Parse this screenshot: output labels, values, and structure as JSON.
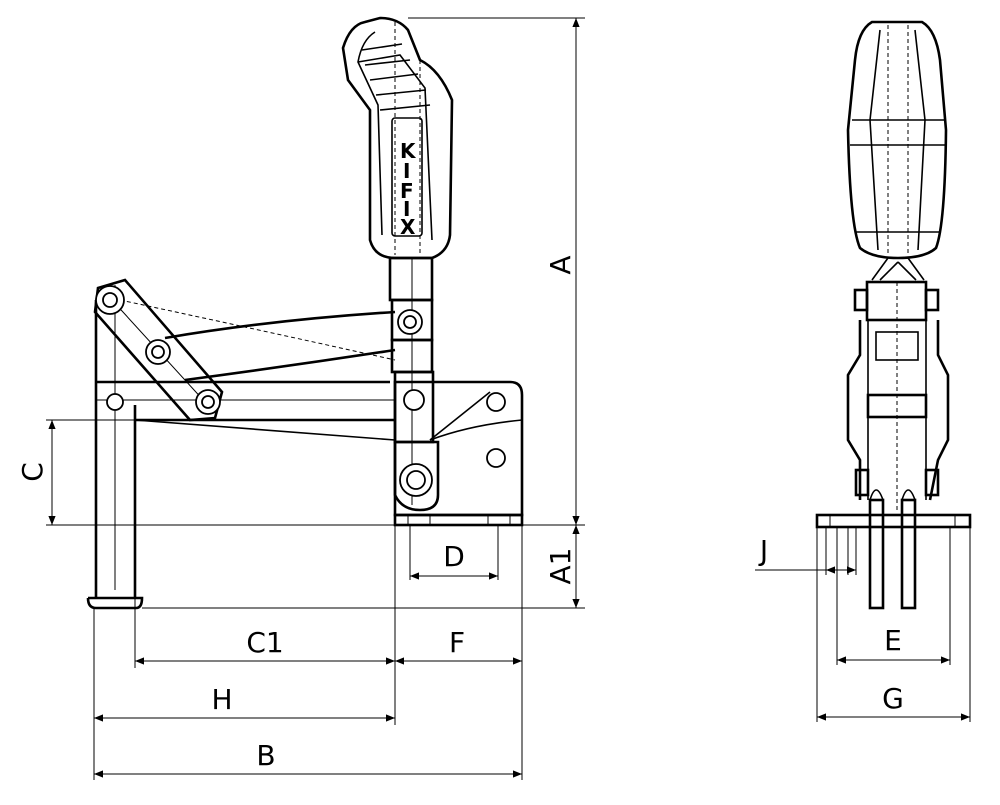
{
  "drawing": {
    "brand_letters": [
      "K",
      "I",
      "F",
      "I",
      "X"
    ],
    "dimensions": {
      "A": "A",
      "A1": "A1",
      "B": "B",
      "C": "C",
      "C1": "C1",
      "D": "D",
      "E": "E",
      "F": "F",
      "G": "G",
      "H": "H",
      "J": "J"
    }
  }
}
